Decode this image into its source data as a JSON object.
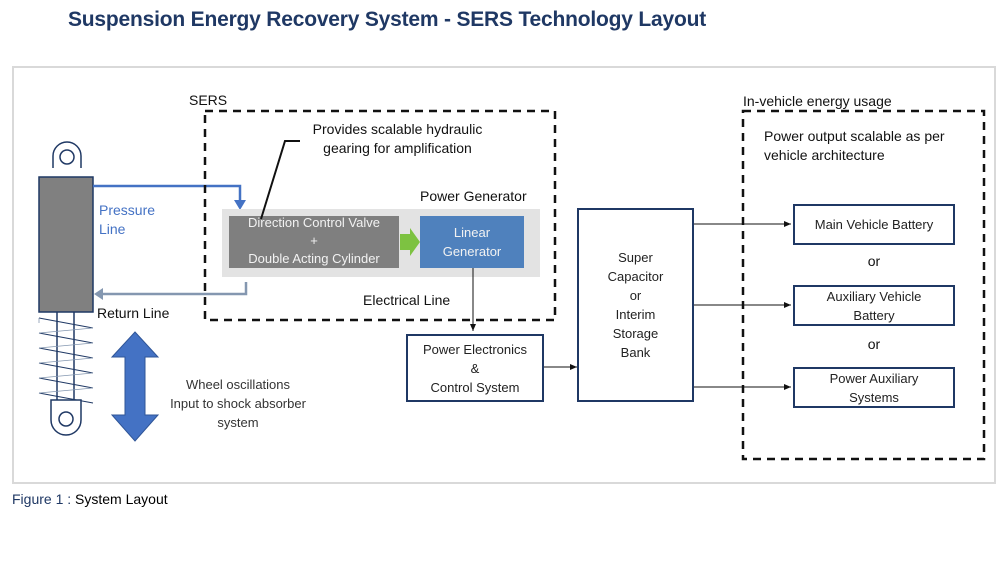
{
  "title": "Suspension Energy Recovery System - SERS Technology Layout",
  "caption": {
    "figure": "Figure 1 : ",
    "text": "System Layout"
  },
  "shock_absorber": {
    "pressure_line": [
      "Pressure",
      "Line"
    ],
    "return_line": "Return Line",
    "wheel_text": [
      "Wheel oscillations",
      "Input to shock absorber",
      "system"
    ]
  },
  "sers": {
    "label": "SERS",
    "note": [
      "Provides scalable hydraulic",
      "gearing for amplification"
    ],
    "power_generator_label": "Power Generator",
    "valve_box": [
      "Direction Control Valve",
      "+",
      "Double Acting Cylinder"
    ],
    "linear_generator": [
      "Linear",
      "Generator"
    ],
    "electrical_line": "Electrical Line"
  },
  "power_electronics": [
    "Power Electronics",
    "&",
    "Control System"
  ],
  "storage": [
    "Super",
    "Capacitor",
    "or",
    "Interim",
    "Storage",
    "Bank"
  ],
  "in_vehicle": {
    "label": "In-vehicle energy usage",
    "note": [
      "Power output scalable as per",
      "vehicle architecture"
    ],
    "outputs": [
      {
        "label": [
          "Main Vehicle Battery"
        ]
      },
      {
        "label": [
          "Auxiliary Vehicle",
          "Battery"
        ]
      },
      {
        "label": [
          "Power Auxiliary",
          "Systems"
        ]
      }
    ],
    "separator": "or"
  },
  "colors": {
    "title": "#1f3864",
    "box_border": "#1f3864",
    "pressure_line": "#4472c4",
    "return_line": "#8497b0",
    "linear_generator": "#4f81bd",
    "valve_box": "#7f7f7f",
    "green_arrow": "#7dc241",
    "wheel_arrow": "#4472c4"
  }
}
